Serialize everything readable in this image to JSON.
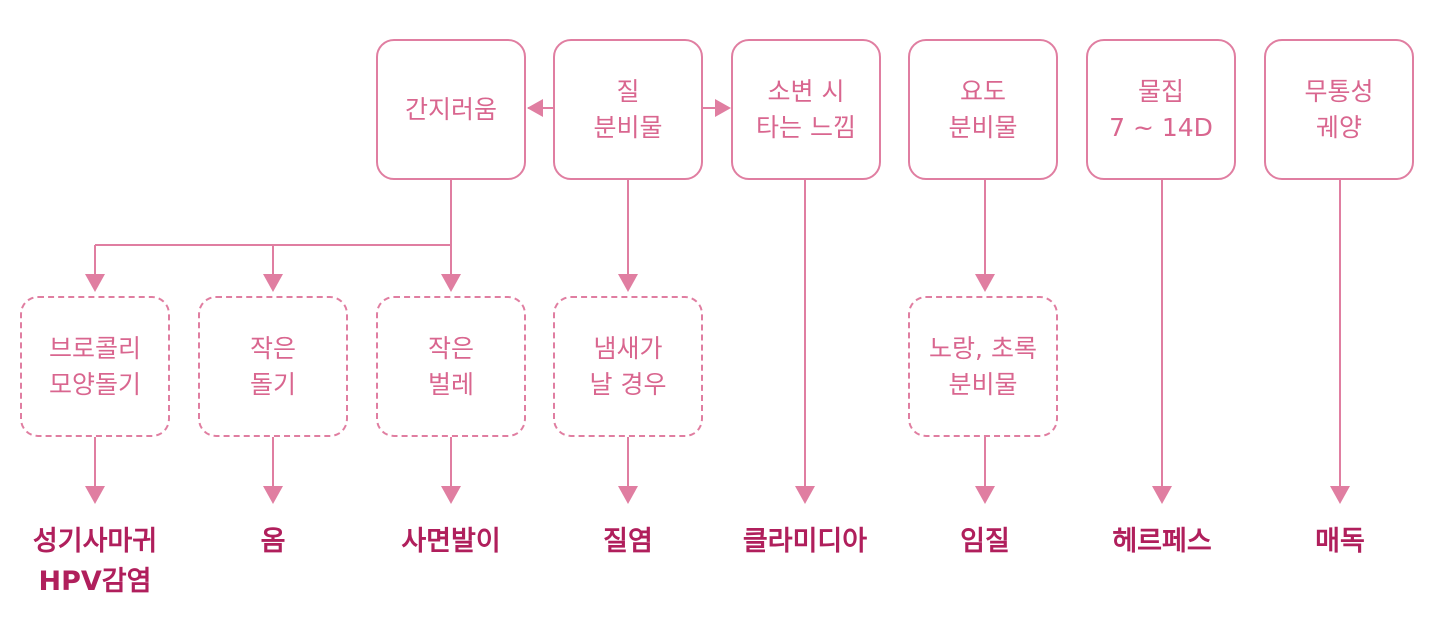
{
  "top": {
    "itch": {
      "l1": "간지러움"
    },
    "discharge": {
      "l1": "질",
      "l2": "분비물"
    },
    "burning": {
      "l1": "소변 시",
      "l2": "타는 느낌"
    },
    "urethral": {
      "l1": "요도",
      "l2": "분비물"
    },
    "blister": {
      "l1": "물집",
      "l2": "7 ~ 14D"
    },
    "ulcer": {
      "l1": "무통성",
      "l2": "궤양"
    }
  },
  "mid": {
    "broccoli": {
      "l1": "브로콜리",
      "l2": "모양돌기"
    },
    "small_bumps": {
      "l1": "작은",
      "l2": "돌기"
    },
    "small_bugs": {
      "l1": "작은",
      "l2": "벌레"
    },
    "odor": {
      "l1": "냄새가",
      "l2": "날 경우"
    },
    "yellow_green": {
      "l1": "노랑, 초록",
      "l2": "분비물"
    }
  },
  "diseases": {
    "warts": {
      "l1": "성기사마귀",
      "l2": "HPV감염"
    },
    "scabies": "옴",
    "lice": "사면발이",
    "vaginitis": "질염",
    "chlamydia": "클라미디아",
    "gonorrhea": "임질",
    "herpes": "헤르페스",
    "syphilis": "매독"
  },
  "colors": {
    "line": "#e07ea1",
    "box_text": "#d9668f",
    "disease_text": "#b01f5c"
  }
}
